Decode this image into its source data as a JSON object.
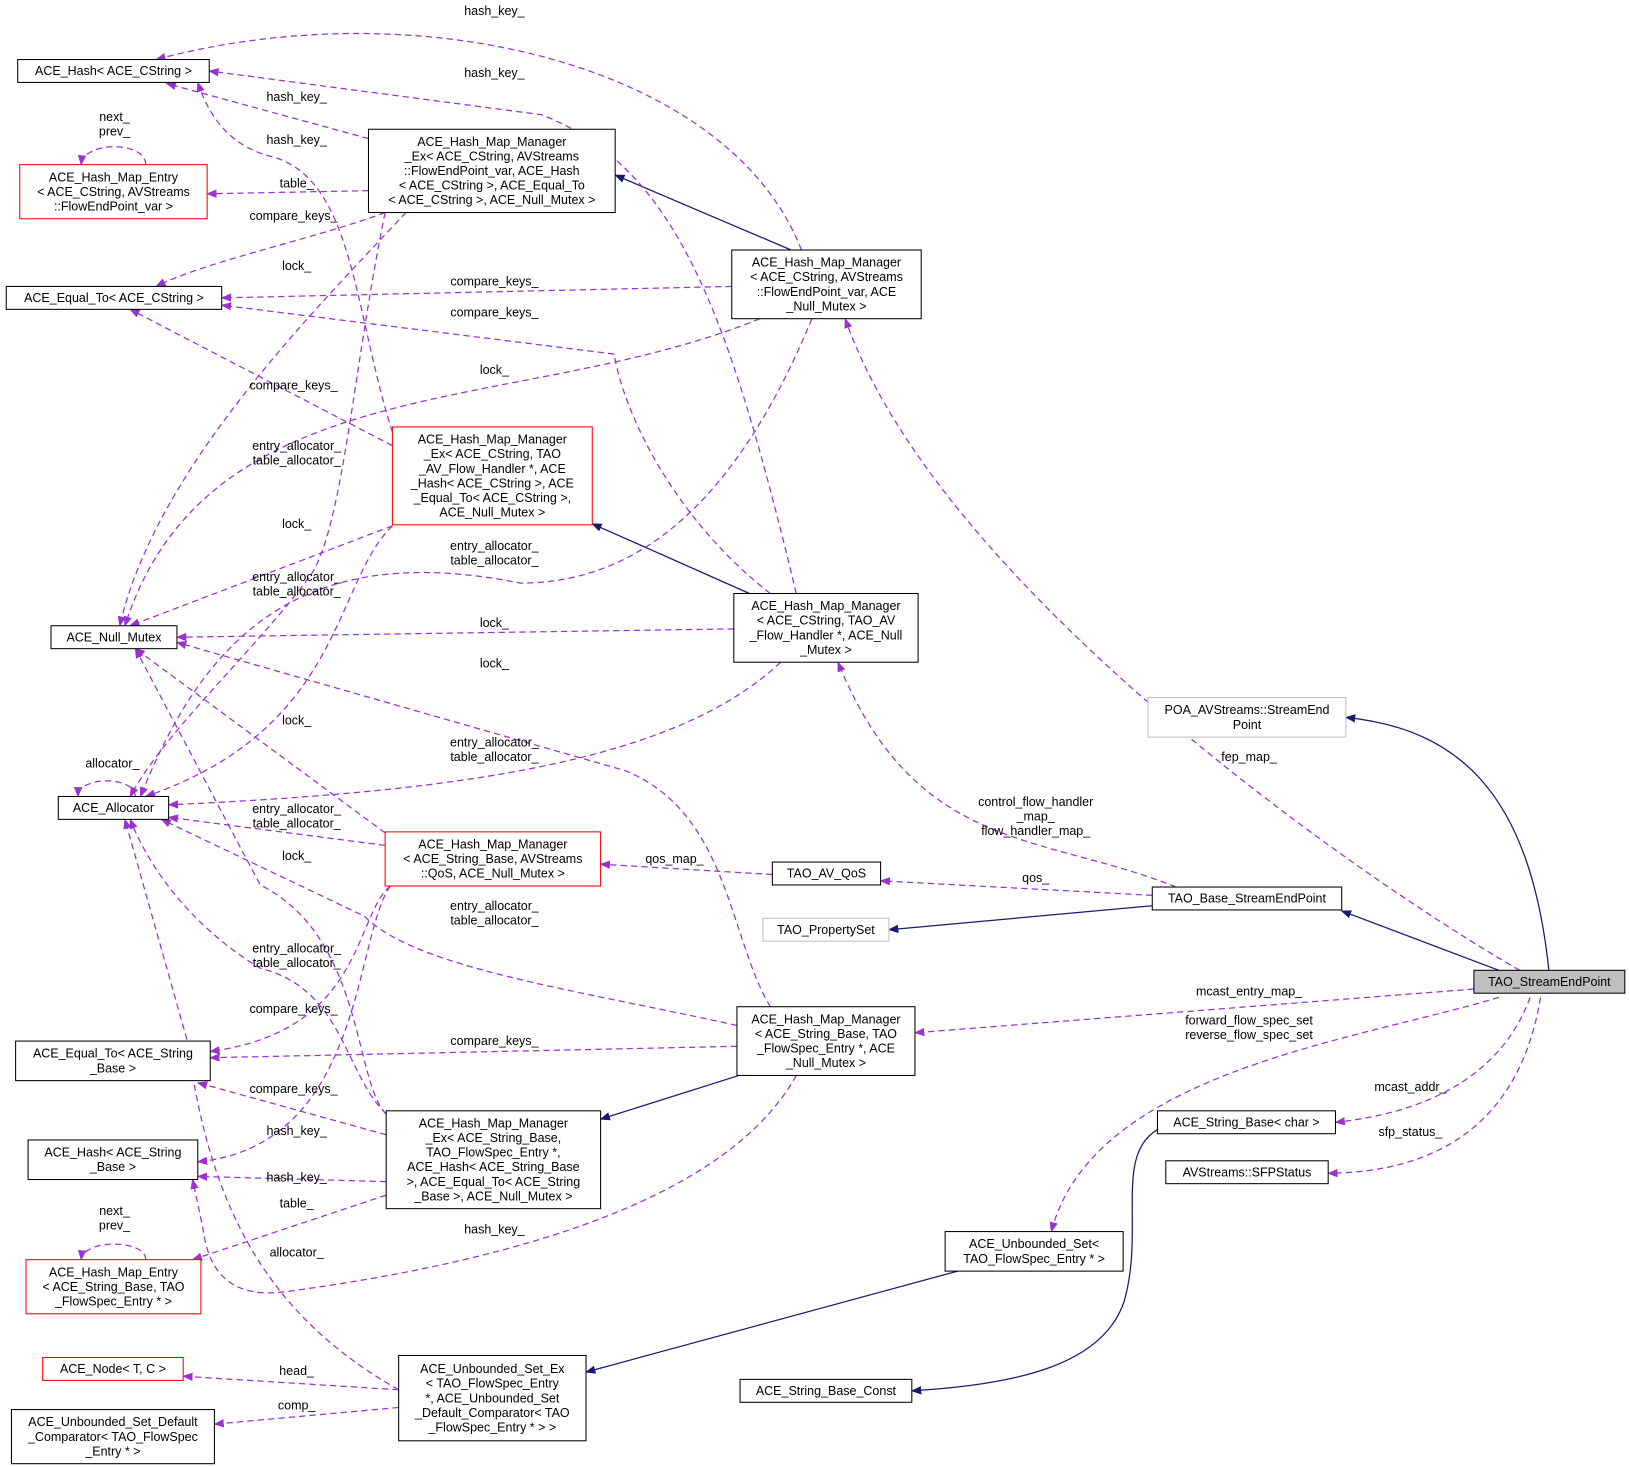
{
  "title": "TAO_StreamEndPoint collaboration diagram",
  "colors": {
    "inheritance": "#191970",
    "usage": "#9a32cd",
    "incomplete": "#ff0000",
    "undocumented": "#bfbfbf",
    "focus_fill": "#bfbfbf"
  },
  "nodes": [
    {
      "id": "hash_cstr",
      "style": "normal",
      "lines": [
        "ACE_Hash< ACE_CString >"
      ]
    },
    {
      "id": "entry_cstr",
      "style": "red",
      "lines": [
        "ACE_Hash_Map_Entry",
        "< ACE_CString, AVStreams",
        "::FlowEndPoint_var >"
      ]
    },
    {
      "id": "eq_cstr",
      "style": "normal",
      "lines": [
        "ACE_Equal_To< ACE_CString >"
      ]
    },
    {
      "id": "null",
      "style": "normal",
      "lines": [
        "ACE_Null_Mutex"
      ]
    },
    {
      "id": "alloc",
      "style": "normal",
      "lines": [
        "ACE_Allocator"
      ]
    },
    {
      "id": "eq_sb",
      "style": "normal",
      "lines": [
        "ACE_Equal_To< ACE_String",
        "_Base >"
      ]
    },
    {
      "id": "hash_sb",
      "style": "normal",
      "lines": [
        "ACE_Hash< ACE_String",
        "_Base >"
      ]
    },
    {
      "id": "entry_sb",
      "style": "red",
      "lines": [
        "ACE_Hash_Map_Entry",
        "< ACE_String_Base, TAO",
        "_FlowSpec_Entry * >"
      ]
    },
    {
      "id": "node",
      "style": "red",
      "lines": [
        "ACE_Node< T, C >"
      ]
    },
    {
      "id": "cmp",
      "style": "normal",
      "lines": [
        "ACE_Unbounded_Set_Default",
        "_Comparator< TAO_FlowSpec",
        "_Entry * >"
      ]
    },
    {
      "id": "hmmex_fep",
      "style": "normal",
      "lines": [
        "ACE_Hash_Map_Manager",
        "_Ex< ACE_CString, AVStreams",
        "::FlowEndPoint_var, ACE_Hash",
        "< ACE_CString >, ACE_Equal_To",
        "< ACE_CString >, ACE_Null_Mutex >"
      ]
    },
    {
      "id": "hmmex_fh",
      "style": "red",
      "lines": [
        "ACE_Hash_Map_Manager",
        "_Ex< ACE_CString, TAO",
        "_AV_Flow_Handler *, ACE",
        "_Hash< ACE_CString >, ACE",
        "_Equal_To< ACE_CString >,",
        "ACE_Null_Mutex >"
      ]
    },
    {
      "id": "hmm_qos",
      "style": "red",
      "lines": [
        "ACE_Hash_Map_Manager",
        "< ACE_String_Base, AVStreams",
        "::QoS, ACE_Null_Mutex >"
      ]
    },
    {
      "id": "hmmex_fs",
      "style": "normal",
      "lines": [
        "ACE_Hash_Map_Manager",
        "_Ex< ACE_String_Base,",
        "TAO_FlowSpec_Entry *,",
        "ACE_Hash< ACE_String_Base",
        ">, ACE_Equal_To< ACE_String",
        "_Base >, ACE_Null_Mutex >"
      ]
    },
    {
      "id": "uset_ex",
      "style": "normal",
      "lines": [
        "ACE_Unbounded_Set_Ex",
        "< TAO_FlowSpec_Entry",
        "*, ACE_Unbounded_Set",
        "_Default_Comparator< TAO",
        "_FlowSpec_Entry * > >"
      ]
    },
    {
      "id": "hmm_fep",
      "style": "normal",
      "lines": [
        "ACE_Hash_Map_Manager",
        "< ACE_CString, AVStreams",
        "::FlowEndPoint_var, ACE",
        "_Null_Mutex >"
      ]
    },
    {
      "id": "hmm_fh",
      "style": "normal",
      "lines": [
        "ACE_Hash_Map_Manager",
        "< ACE_CString, TAO_AV",
        "_Flow_Handler *, ACE_Null",
        "_Mutex >"
      ]
    },
    {
      "id": "hmm_fs",
      "style": "normal",
      "lines": [
        "ACE_Hash_Map_Manager",
        "< ACE_String_Base, TAO",
        "_FlowSpec_Entry *, ACE",
        "_Null_Mutex >"
      ]
    },
    {
      "id": "qos",
      "style": "normal",
      "lines": [
        "TAO_AV_QoS"
      ]
    },
    {
      "id": "prop",
      "style": "gray",
      "lines": [
        "TAO_PropertySet"
      ]
    },
    {
      "id": "sbc",
      "style": "normal",
      "lines": [
        "ACE_String_Base_Const"
      ]
    },
    {
      "id": "uset",
      "style": "normal",
      "lines": [
        "ACE_Unbounded_Set<",
        "TAO_FlowSpec_Entry * >"
      ]
    },
    {
      "id": "poa",
      "style": "gray",
      "lines": [
        "POA_AVStreams::StreamEnd",
        "Point"
      ]
    },
    {
      "id": "base",
      "style": "normal",
      "lines": [
        "TAO_Base_StreamEndPoint"
      ]
    },
    {
      "id": "sep",
      "style": "focus",
      "lines": [
        "TAO_StreamEndPoint"
      ]
    },
    {
      "id": "sb_char",
      "style": "normal",
      "lines": [
        "ACE_String_Base< char >"
      ]
    },
    {
      "id": "sfp",
      "style": "normal",
      "lines": [
        "AVStreams::SFPStatus"
      ]
    }
  ],
  "edges": [
    {
      "from": "sep",
      "to": "poa",
      "kind": "inheritance",
      "label": []
    },
    {
      "from": "sep",
      "to": "base",
      "kind": "inheritance",
      "label": []
    },
    {
      "from": "base",
      "to": "prop",
      "kind": "inheritance",
      "label": []
    },
    {
      "from": "hmm_fep",
      "to": "hmmex_fep",
      "kind": "inheritance",
      "label": []
    },
    {
      "from": "hmm_fh",
      "to": "hmmex_fh",
      "kind": "inheritance",
      "label": []
    },
    {
      "from": "hmm_fs",
      "to": "hmmex_fs",
      "kind": "inheritance",
      "label": []
    },
    {
      "from": "uset",
      "to": "uset_ex",
      "kind": "inheritance",
      "label": []
    },
    {
      "from": "sb_char",
      "to": "sbc",
      "kind": "inheritance",
      "label": []
    },
    {
      "from": "sep",
      "to": "hmm_fep",
      "kind": "usage",
      "label": [
        "fep_map_"
      ]
    },
    {
      "from": "sep",
      "to": "hmm_fs",
      "kind": "usage",
      "label": [
        "mcast_entry_map_"
      ]
    },
    {
      "from": "sep",
      "to": "uset",
      "kind": "usage",
      "label": [
        "forward_flow_spec_set",
        "reverse_flow_spec_set"
      ]
    },
    {
      "from": "sep",
      "to": "sb_char",
      "kind": "usage",
      "label": [
        "mcast_addr_"
      ]
    },
    {
      "from": "sep",
      "to": "sfp",
      "kind": "usage",
      "label": [
        "sfp_status_"
      ]
    },
    {
      "from": "base",
      "to": "hmm_fh",
      "kind": "usage",
      "label": [
        "control_flow_handler",
        "_map_",
        "flow_handler_map_"
      ]
    },
    {
      "from": "base",
      "to": "qos",
      "kind": "usage",
      "label": [
        "qos_"
      ]
    },
    {
      "from": "qos",
      "to": "hmm_qos",
      "kind": "usage",
      "label": [
        "qos_map_"
      ]
    },
    {
      "from": "hmmex_fep",
      "to": "hash_cstr",
      "kind": "usage",
      "label": [
        "hash_key_"
      ]
    },
    {
      "from": "hmmex_fep",
      "to": "entry_cstr",
      "kind": "usage",
      "label": [
        "table_"
      ]
    },
    {
      "from": "hmmex_fep",
      "to": "eq_cstr",
      "kind": "usage",
      "label": [
        "compare_keys_"
      ]
    },
    {
      "from": "hmmex_fep",
      "to": "null",
      "kind": "usage",
      "label": [
        "lock_"
      ]
    },
    {
      "from": "hmmex_fep",
      "to": "alloc",
      "kind": "usage",
      "label": [
        "entry_allocator_",
        "table_allocator_"
      ]
    },
    {
      "from": "hmm_fep",
      "to": "hash_cstr",
      "kind": "usage",
      "label": [
        "hash_key_"
      ]
    },
    {
      "from": "hmm_fep",
      "to": "eq_cstr",
      "kind": "usage",
      "label": [
        "compare_keys_"
      ]
    },
    {
      "from": "hmm_fep",
      "to": "null",
      "kind": "usage",
      "label": [
        "lock_"
      ]
    },
    {
      "from": "hmm_fep",
      "to": "alloc",
      "kind": "usage",
      "label": [
        "entry_allocator_",
        "table_allocator_"
      ]
    },
    {
      "from": "hmmex_fh",
      "to": "hash_cstr",
      "kind": "usage",
      "label": [
        "hash_key_"
      ]
    },
    {
      "from": "hmmex_fh",
      "to": "eq_cstr",
      "kind": "usage",
      "label": [
        "compare_keys_"
      ]
    },
    {
      "from": "hmmex_fh",
      "to": "null",
      "kind": "usage",
      "label": [
        "lock_"
      ]
    },
    {
      "from": "hmmex_fh",
      "to": "alloc",
      "kind": "usage",
      "label": [
        "entry_allocator_",
        "table_allocator_"
      ]
    },
    {
      "from": "hmm_fh",
      "to": "hash_cstr",
      "kind": "usage",
      "label": [
        "hash_key_"
      ]
    },
    {
      "from": "hmm_fh",
      "to": "eq_cstr",
      "kind": "usage",
      "label": [
        "compare_keys_"
      ]
    },
    {
      "from": "hmm_fh",
      "to": "null",
      "kind": "usage",
      "label": [
        "lock_"
      ]
    },
    {
      "from": "hmm_fh",
      "to": "alloc",
      "kind": "usage",
      "label": [
        "entry_allocator_",
        "table_allocator_"
      ]
    },
    {
      "from": "hmm_qos",
      "to": "null",
      "kind": "usage",
      "label": [
        "lock_"
      ]
    },
    {
      "from": "hmm_qos",
      "to": "alloc",
      "kind": "usage",
      "label": [
        "entry_allocator_",
        "table_allocator_"
      ]
    },
    {
      "from": "hmm_qos",
      "to": "eq_sb",
      "kind": "usage",
      "label": [
        "compare_keys_"
      ]
    },
    {
      "from": "hmm_qos",
      "to": "hash_sb",
      "kind": "usage",
      "label": [
        "hash_key_"
      ]
    },
    {
      "from": "hmm_fs",
      "to": "null",
      "kind": "usage",
      "label": [
        "lock_"
      ]
    },
    {
      "from": "hmm_fs",
      "to": "alloc",
      "kind": "usage",
      "label": [
        "entry_allocator_",
        "table_allocator_"
      ]
    },
    {
      "from": "hmm_fs",
      "to": "eq_sb",
      "kind": "usage",
      "label": [
        "compare_keys_"
      ]
    },
    {
      "from": "hmm_fs",
      "to": "hash_sb",
      "kind": "usage",
      "label": [
        "hash_key_"
      ]
    },
    {
      "from": "hmmex_fs",
      "to": "eq_sb",
      "kind": "usage",
      "label": [
        "compare_keys_"
      ]
    },
    {
      "from": "hmmex_fs",
      "to": "hash_sb",
      "kind": "usage",
      "label": [
        "hash_key_"
      ]
    },
    {
      "from": "hmmex_fs",
      "to": "entry_sb",
      "kind": "usage",
      "label": [
        "table_"
      ]
    },
    {
      "from": "hmmex_fs",
      "to": "null",
      "kind": "usage",
      "label": [
        "lock_"
      ]
    },
    {
      "from": "hmmex_fs",
      "to": "alloc",
      "kind": "usage",
      "label": [
        "entry_allocator_",
        "table_allocator_"
      ]
    },
    {
      "from": "uset_ex",
      "to": "alloc",
      "kind": "usage",
      "label": [
        "allocator_"
      ]
    },
    {
      "from": "uset_ex",
      "to": "node",
      "kind": "usage",
      "label": [
        "head_"
      ]
    },
    {
      "from": "uset_ex",
      "to": "cmp",
      "kind": "usage",
      "label": [
        "comp_"
      ]
    },
    {
      "from": "entry_cstr",
      "to": "entry_cstr",
      "kind": "usage",
      "label": [
        "next_",
        "prev_"
      ]
    },
    {
      "from": "entry_sb",
      "to": "entry_sb",
      "kind": "usage",
      "label": [
        "next_",
        "prev_"
      ]
    },
    {
      "from": "alloc",
      "to": "alloc",
      "kind": "usage",
      "label": [
        "allocator_"
      ]
    }
  ]
}
